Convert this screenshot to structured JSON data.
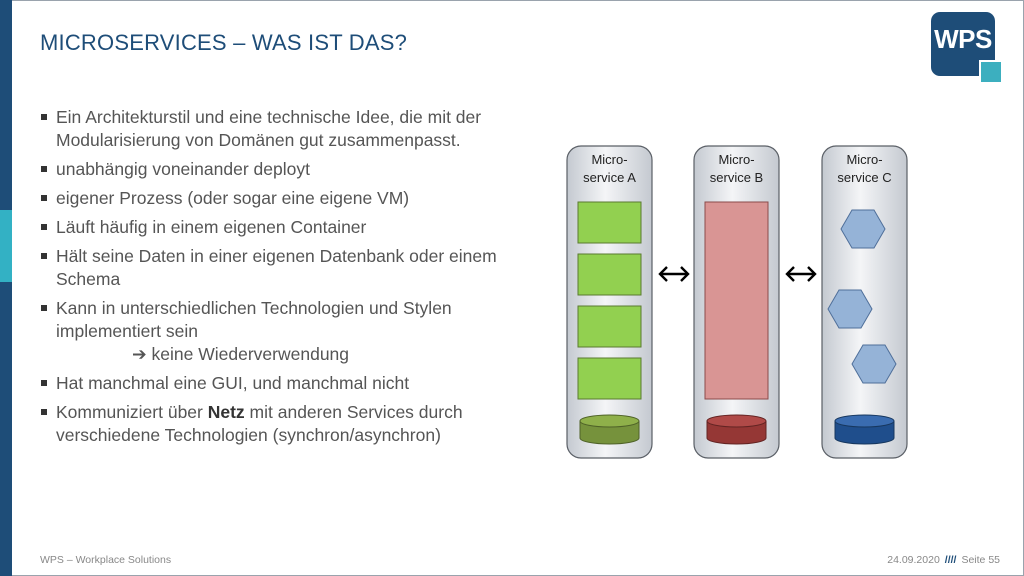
{
  "slide": {
    "title": "MICROSERVICES – WAS IST DAS?",
    "logo_text": "WPS"
  },
  "bullets": [
    "Ein Architekturstil und eine technische Idee, die mit der Modularisierung von Domänen gut zusammenpasst.",
    "unabhängig voneinander deployt",
    "eigener Prozess (oder sogar eine eigene VM)",
    "Läuft häufig in einem eigenen Container",
    "Hält seine Daten in einer eigenen Datenbank oder einem Schema",
    "Kann in unterschiedlichen Technologien und Stylen implementiert sein"
  ],
  "sub_bullet": {
    "arrow": "➔",
    "text": "keine Wiederverwendung"
  },
  "bullets_after": [
    "Hat manchmal eine GUI, und manchmal nicht"
  ],
  "bullet_rich": {
    "prefix": "Kommuniziert über ",
    "bold": "Netz",
    "suffix": " mit anderen Services durch verschiedene Technologien (synchron/asynchron)"
  },
  "diagram": {
    "services": [
      {
        "line1": "Micro-",
        "line2": "service A",
        "shape": "squares",
        "color": "#92d050",
        "db_color": "#76923c"
      },
      {
        "line1": "Micro-",
        "line2": "service B",
        "shape": "tall",
        "color": "#d99594",
        "db_color": "#953735"
      },
      {
        "line1": "Micro-",
        "line2": "service C",
        "shape": "hexagons",
        "color": "#95b3d7",
        "db_color": "#1f4e8c"
      }
    ]
  },
  "footer": {
    "left": "WPS – Workplace Solutions",
    "date": "24.09.2020",
    "separator": "////",
    "page": "Seite 55"
  }
}
